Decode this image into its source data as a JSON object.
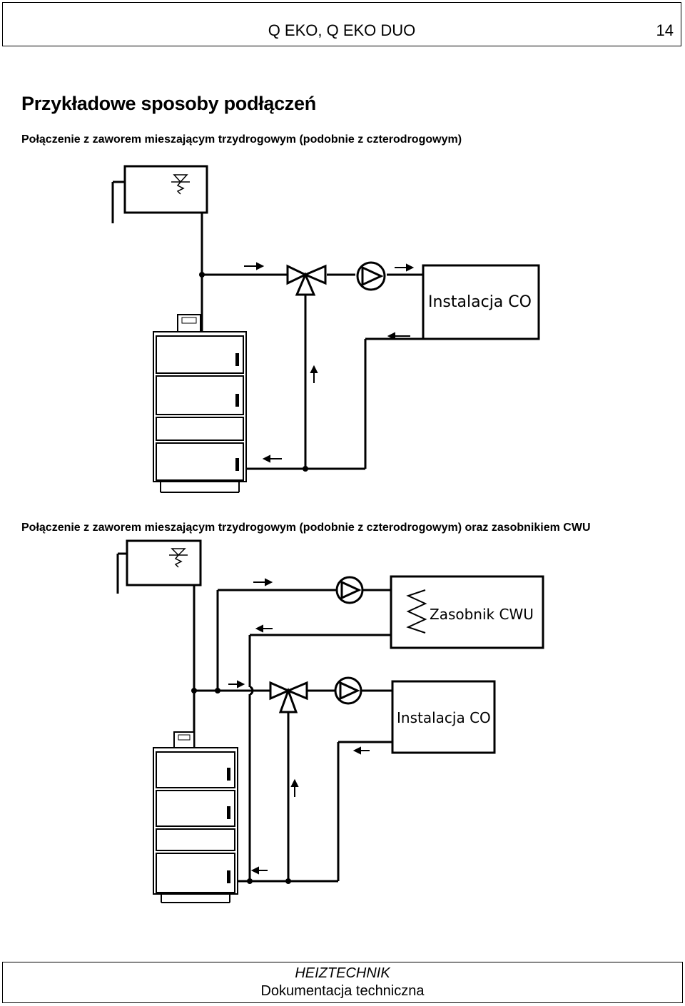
{
  "header": {
    "title": "Q EKO, Q EKO DUO",
    "page_number": "14"
  },
  "section_title": "Przykładowe sposoby podłączeń",
  "diagram1": {
    "caption": "Połączenie z zaworem mieszającym trzydrogowym (podobnie z czterodrogowym)",
    "installation_label": "Instalacja CO"
  },
  "diagram2": {
    "caption": "Połączenie z zaworem mieszającym trzydrogowym (podobnie z czterodrogowym) oraz zasobnikiem CWU",
    "tank_label": "Zasobnik CWU",
    "installation_label": "Instalacja CO"
  },
  "footer": {
    "company": "HEIZTECHNIK",
    "document": "Dokumentacja techniczna"
  }
}
